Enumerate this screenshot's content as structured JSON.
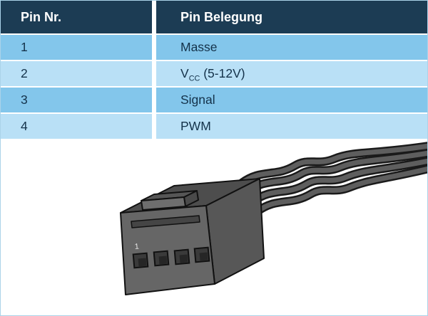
{
  "table": {
    "headers": [
      {
        "label": "Pin Nr."
      },
      {
        "label": "Pin Belegung"
      }
    ],
    "rows": [
      {
        "pin": "1",
        "label": "Masse"
      },
      {
        "pin": "2",
        "label": "V",
        "label_sub": "CC",
        "label_rest": " (5-12V)"
      },
      {
        "pin": "3",
        "label": "Signal"
      },
      {
        "pin": "4",
        "label": "PWM"
      }
    ]
  },
  "illustration": {
    "name": "4-pin-fan-connector-with-cable",
    "pin1_marker": "1"
  },
  "colors": {
    "header_bg": "#1c3c54",
    "header_text": "#ffffff",
    "row_odd_bg": "#83c6eb",
    "row_even_bg": "#b9e0f6",
    "row_text": "#14324a",
    "divider": "#ffffff",
    "page_border": "#abd3e9",
    "connector_front": "#666666",
    "connector_top": "#4d4d4d",
    "connector_side": "#575757",
    "connector_outline": "#111111",
    "wire_core": "#5e5e5e"
  }
}
